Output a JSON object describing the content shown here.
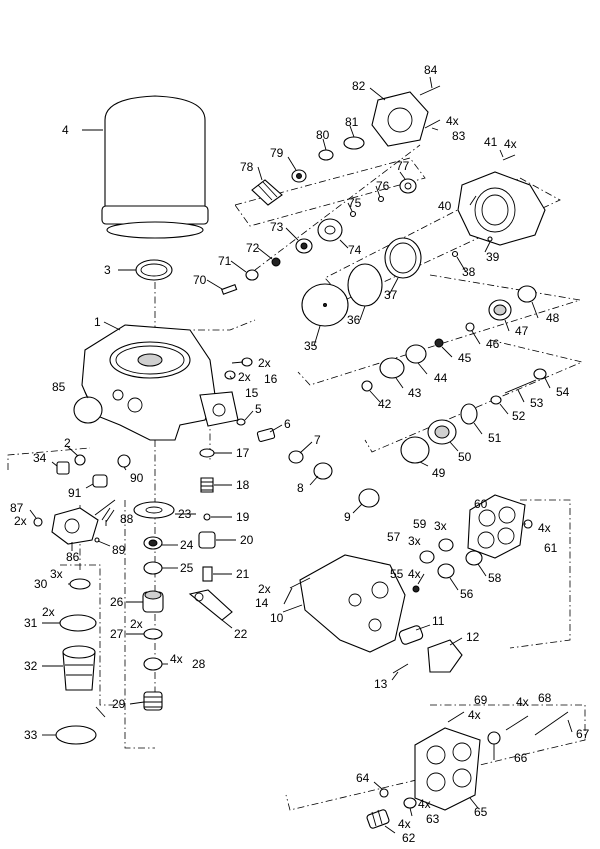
{
  "callouts": {
    "c1": "1",
    "c2": "2",
    "c3": "3",
    "c4": "4",
    "c5": "5",
    "c6": "6",
    "c7": "7",
    "c8": "8",
    "c9": "9",
    "c10": "10",
    "c11": "11",
    "c12": "12",
    "c13": "13",
    "c14": "14",
    "c15": "15",
    "c16": "16",
    "c17": "17",
    "c18": "18",
    "c19": "19",
    "c20": "20",
    "c21": "21",
    "c22": "22",
    "c23": "23",
    "c24": "24",
    "c25": "25",
    "c26": "26",
    "c27": "27",
    "c28": "28",
    "c29": "29",
    "c30": "30",
    "c31": "31",
    "c32": "32",
    "c33": "33",
    "c34": "34",
    "c35": "35",
    "c36": "36",
    "c37": "37",
    "c38": "38",
    "c39": "39",
    "c40": "40",
    "c41": "41",
    "c42": "42",
    "c43": "43",
    "c44": "44",
    "c45": "45",
    "c46": "46",
    "c47": "47",
    "c48": "48",
    "c49": "49",
    "c50": "50",
    "c51": "51",
    "c52": "52",
    "c53": "53",
    "c54": "54",
    "c55": "55",
    "c56": "56",
    "c57": "57",
    "c58": "58",
    "c59": "59",
    "c60": "60",
    "c61": "61",
    "c62": "62",
    "c63": "63",
    "c64": "64",
    "c65": "65",
    "c66": "66",
    "c67": "67",
    "c68": "68",
    "c69": "69",
    "c70": "70",
    "c71": "71",
    "c72": "72",
    "c73": "73",
    "c74": "74",
    "c75": "75",
    "c76": "76",
    "c77": "77",
    "c78": "78",
    "c79": "79",
    "c80": "80",
    "c81": "81",
    "c82": "82",
    "c83": "83",
    "c84": "84",
    "c85": "85",
    "c86": "86",
    "c87": "87",
    "c88": "88",
    "c89": "89",
    "c90": "90",
    "c91": "91"
  },
  "quantities": {
    "q16": "2x",
    "q15": "2x",
    "q41": "4x",
    "q83": "4x",
    "q87": "2x",
    "q30": "3x",
    "q31": "2x",
    "q27": "2x",
    "q28": "4x",
    "q14": "2x",
    "q57": "3x",
    "q59": "3x",
    "q55": "4x",
    "q61": "4x",
    "q68": "4x",
    "q69": "4x",
    "q63": "4x",
    "q62": "4x"
  }
}
